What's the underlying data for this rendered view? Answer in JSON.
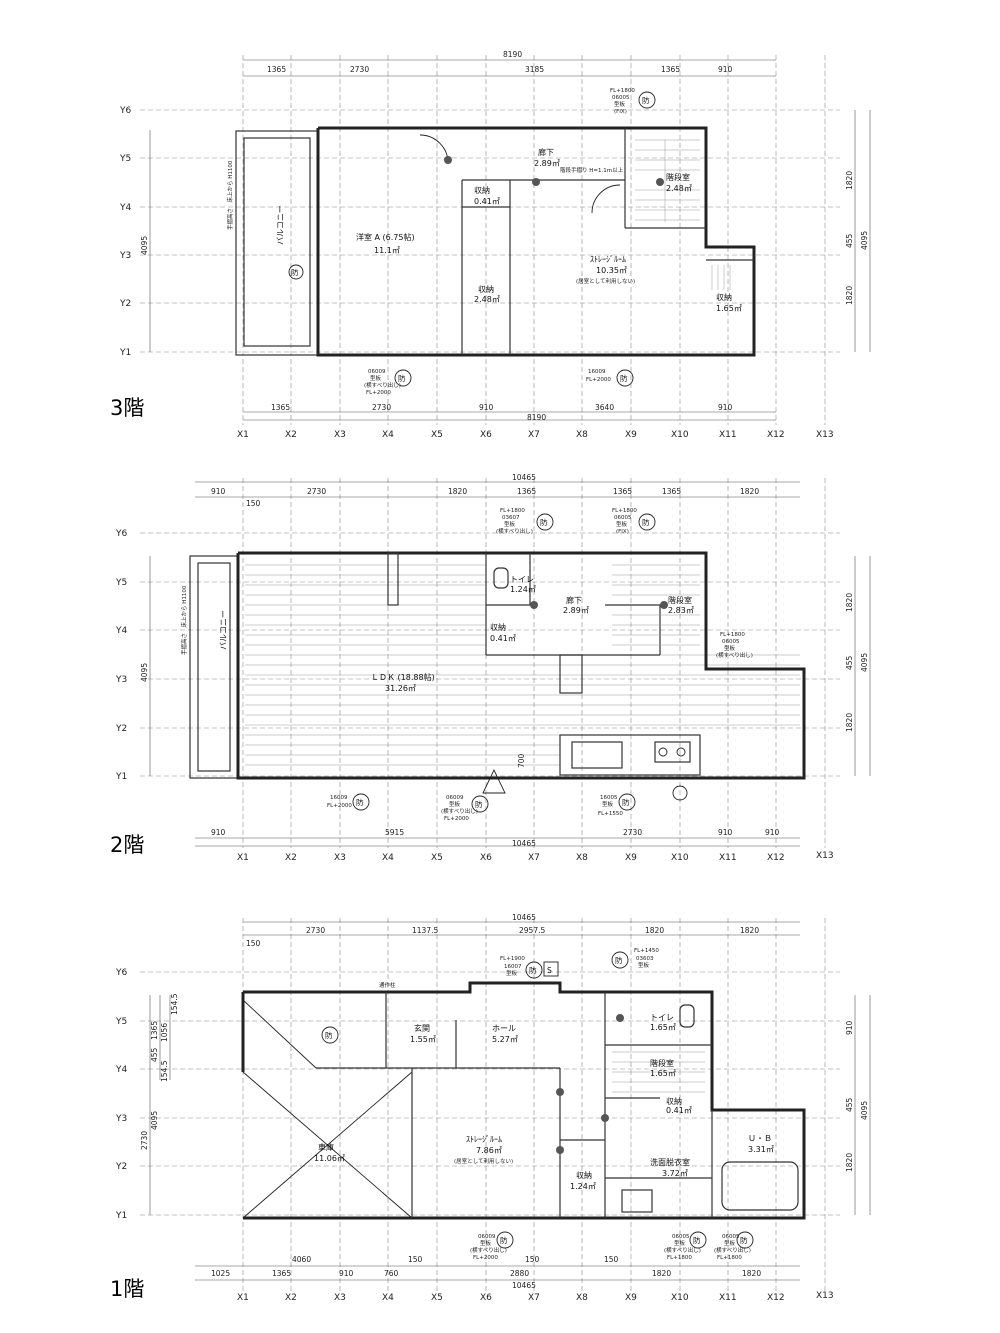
{
  "floors": {
    "f3": {
      "label": "3階",
      "dims_top_total": "8190",
      "dims_top": [
        "1365",
        "2730",
        "3185",
        "1365",
        "910"
      ],
      "dims_bottom": [
        "1365",
        "2730",
        "910",
        "3640",
        "910"
      ],
      "dims_bottom_total": "8190",
      "dims_right": [
        "1820",
        "455",
        "4095",
        "1820"
      ],
      "dims_left": [
        "4095"
      ],
      "rooms": {
        "western": "洋室 A (6.75帖)",
        "western_area": "11.1㎡",
        "hall": "廊下",
        "hall_area": "2.89㎡",
        "storage1": "収納",
        "storage1_area": "0.41㎡",
        "storage2": "収納",
        "storage2_area": "2.48㎡",
        "stair": "階段室",
        "stair_area": "2.48㎡",
        "storage_room": "ｽﾄﾚｰｼﾞﾙｰﾑ",
        "storage_room_area": "10.35㎡",
        "storage_room_note": "(居室として利用しない)",
        "storage3": "収納",
        "storage3_area": "1.65㎡",
        "balcony": "バルコニー",
        "handrail": "手摺高さ　床上から H1100",
        "stair_note": "階段手摺り H=1.1m以上"
      },
      "notes": {
        "win_top": "FL+1800",
        "win_top2": "06005",
        "win_top3": "型板",
        "win_top4": "(FIX)",
        "win_b1": "06009",
        "win_b1b": "型板",
        "win_b1c": "(横すべり出し)",
        "win_b1d": "FL+2000",
        "win_b2": "16009",
        "win_b2b": "FL+2000"
      }
    },
    "f2": {
      "label": "2階",
      "dims_top_total": "10465",
      "dims_top": [
        "910",
        "2730",
        "1820",
        "1365",
        "1365",
        "1820"
      ],
      "dims_top_sub": [
        "150",
        "1365"
      ],
      "dims_bottom": [
        "910",
        "5915",
        "2730",
        "910",
        "910"
      ],
      "dims_bottom_total": "10465",
      "dims_right": [
        "1820",
        "455",
        "4095",
        "1820"
      ],
      "dims_left": [
        "4095"
      ],
      "rooms": {
        "ldk": "ＬＤＫ (18.88帖)",
        "ldk_area": "31.26㎡",
        "toilet": "トイレ",
        "toilet_area": "1.24㎡",
        "hall": "廊下",
        "hall_area": "2.89㎡",
        "storage": "収納",
        "storage_area": "0.41㎡",
        "stair": "階段室",
        "stair_area": "2.83㎡",
        "balcony": "バルコニー",
        "handrail": "手摺高さ　床上から H1100",
        "dim700": "700"
      },
      "notes": {
        "w1": "FL+1800",
        "w1b": "03607",
        "w1c": "型板",
        "w1d": "(横すべり出し)",
        "w2": "FL+1800",
        "w2b": "06005",
        "w2c": "型板",
        "w2d": "(FIX)",
        "w3": "FL+1800",
        "w3b": "06005",
        "w3c": "型板",
        "w3d": "(横すべり出し)",
        "wb1": "16009",
        "wb1b": "FL+2000",
        "wb2": "06009",
        "wb2b": "型板",
        "wb2c": "(横すべり出し)",
        "wb2d": "FL+2000",
        "wb3": "16005",
        "wb3b": "型板",
        "wb3c": "FL+1550"
      }
    },
    "f1": {
      "label": "1階",
      "dims_top_total": "10465",
      "dims_top": [
        "2730",
        "1137.5",
        "2957.5",
        "1820",
        "1820"
      ],
      "dims_top_sub": [
        "150"
      ],
      "dims_bottom": [
        "1025",
        "1365",
        "910",
        "760",
        "2880",
        "1820",
        "1820"
      ],
      "dims_bottom_total": "10465",
      "dims_bottom_sub": [
        "4060",
        "150",
        "150",
        "150"
      ],
      "dims_right": [
        "910",
        "455",
        "4095",
        "1820"
      ],
      "dims_left": [
        "1365",
        "1056",
        "455",
        "154.5",
        "154.5",
        "2730",
        "4095"
      ],
      "rooms": {
        "garage": "車庫",
        "garage_area": "11.06㎡",
        "entrance": "玄関",
        "entrance_area": "1.55㎡",
        "hall": "ホール",
        "hall_area": "5.27㎡",
        "toilet": "トイレ",
        "toilet_area": "1.65㎡",
        "stair": "階段室",
        "stair_area": "1.65㎡",
        "storage": "収納",
        "storage_area": "0.41㎡",
        "storage_room": "ｽﾄﾚｰｼﾞﾙｰﾑ",
        "storage_room_area": "7.86㎡",
        "storage_room_note": "(居室として利用しない)",
        "storage2": "収納",
        "storage2_area": "1.24㎡",
        "washroom": "洗面脱衣室",
        "washroom_area": "3.72㎡",
        "bath": "Ｕ・Ｂ",
        "bath_area": "3.31㎡",
        "post": "通作柱"
      },
      "notes": {
        "w1": "FL+1900",
        "w1b": "16007",
        "w1c": "型板",
        "w2": "FL+1450",
        "w2b": "03603",
        "w2c": "型板",
        "wb1": "06009",
        "wb1b": "型板",
        "wb1c": "(横すべり出し)",
        "wb1d": "FL+2000",
        "wb2": "06005",
        "wb2b": "型板",
        "wb2c": "(横すべり出し)",
        "wb2d": "FL+1800",
        "wb3": "06005",
        "wb3b": "型板",
        "wb3c": "(横すべり出し)",
        "wb3d": "FL+1800"
      }
    }
  },
  "grid": {
    "x": [
      "X1",
      "X2",
      "X3",
      "X4",
      "X5",
      "X6",
      "X7",
      "X8",
      "X9",
      "X10",
      "X11",
      "X12",
      "X13"
    ],
    "y": [
      "Y6",
      "Y5",
      "Y4",
      "Y3",
      "Y2",
      "Y1"
    ]
  },
  "marks": {
    "fire": "防",
    "s": "S"
  }
}
